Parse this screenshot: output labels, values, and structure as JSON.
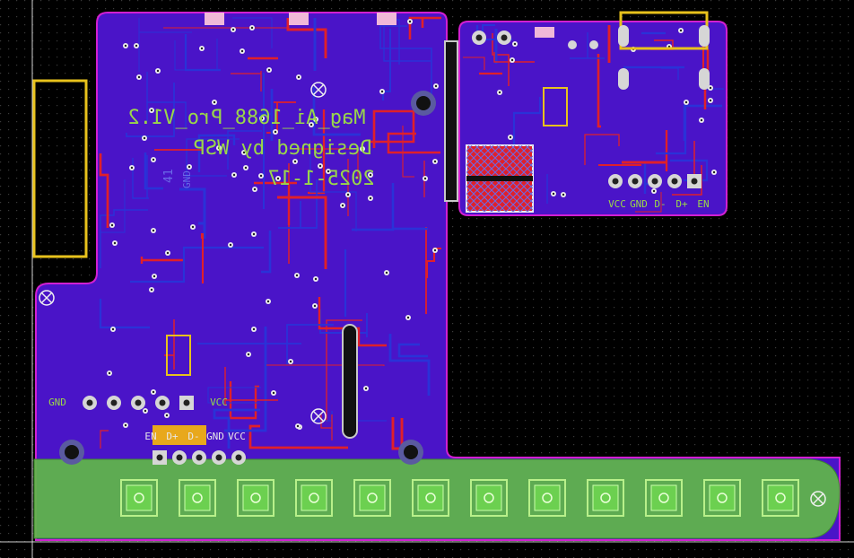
{
  "colors": {
    "background": "#000000",
    "grid_dot": "#3a3a3a",
    "board_outline": "#d21fd2",
    "copper_top": "#e0202a",
    "copper_bottom": "#2a32d8",
    "board_fill": "#4a14c8",
    "silkscreen": "#9ad64a",
    "silk_yellow": "#e8c21c",
    "pad": "#d6d6d6",
    "led_strip": "#5fb848"
  },
  "board_text": {
    "line1": "Mag_Ai_1688_Pro_V1.2",
    "line2": "Designed by WSP",
    "line3": "2025-1-17"
  },
  "connector_right_labels": [
    "VCC",
    "GND",
    "D-",
    "D+",
    "EN"
  ],
  "connector_left_top_labels": [
    "GND",
    "VCC"
  ],
  "connector_left_bottom_labels": [
    "EN",
    "D+",
    "D-",
    "GND",
    "VCC"
  ],
  "small_labels": {
    "gnd_block": "GND",
    "num_block": "41"
  },
  "led_count": 12
}
